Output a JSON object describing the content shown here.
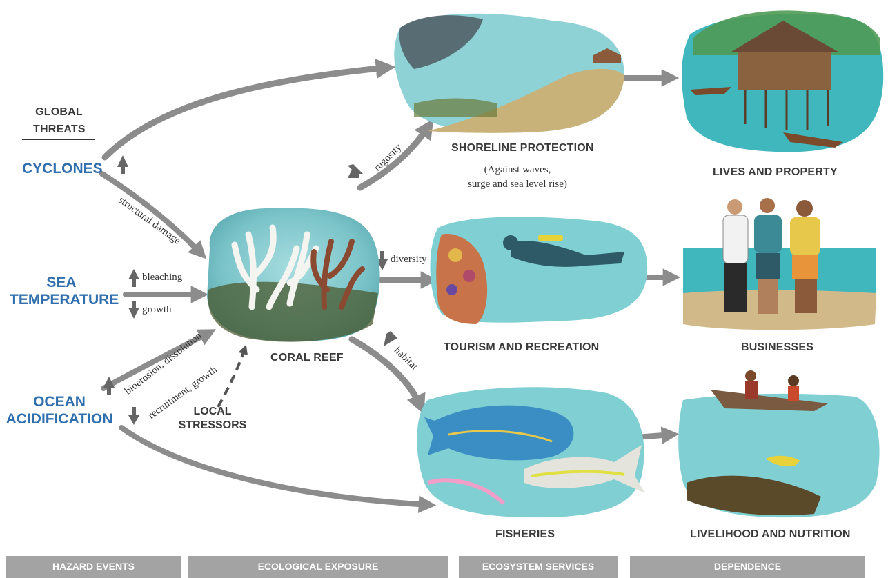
{
  "global_threats": {
    "line1": "GLOBAL",
    "line2": "THREATS"
  },
  "threats": {
    "cyclones": "CYCLONES",
    "sea_temp_line1": "SEA",
    "sea_temp_line2": "TEMPERATURE",
    "ocean_line1": "OCEAN",
    "ocean_line2": "ACIDIFICATION"
  },
  "effects": {
    "structural_damage": "structural damage",
    "bleaching": "bleaching",
    "growth": "growth",
    "bioerosion": "bioerosion, dissolution",
    "recruitment": "recruitment, growth",
    "rugosity": "rugosity",
    "diversity": "diversity",
    "habitat": "habitat"
  },
  "center": {
    "coral_reef": "CORAL REEF",
    "local_line1": "LOCAL",
    "local_line2": "STRESSORS"
  },
  "services": {
    "shoreline": "SHORELINE PROTECTION",
    "shoreline_note1": "(Against waves,",
    "shoreline_note2": "surge and sea level rise)",
    "tourism": "TOURISM AND RECREATION",
    "fisheries": "FISHERIES"
  },
  "dependence": {
    "lives": "LIVES AND PROPERTY",
    "businesses": "BUSINESSES",
    "livelihood": "LIVELIHOOD AND NUTRITION"
  },
  "footer": {
    "hazard": "HAZARD EVENTS",
    "ecological": "ECOLOGICAL EXPOSURE",
    "ecosystem": "ECOSYSTEM SERVICES",
    "dependence": "DEPENDENCE"
  },
  "colors": {
    "threat_blue": "#2f6fae",
    "arrow_gray": "#8c8c8c",
    "water": "#7fcfd3",
    "band_gray": "#a3a3a3"
  }
}
